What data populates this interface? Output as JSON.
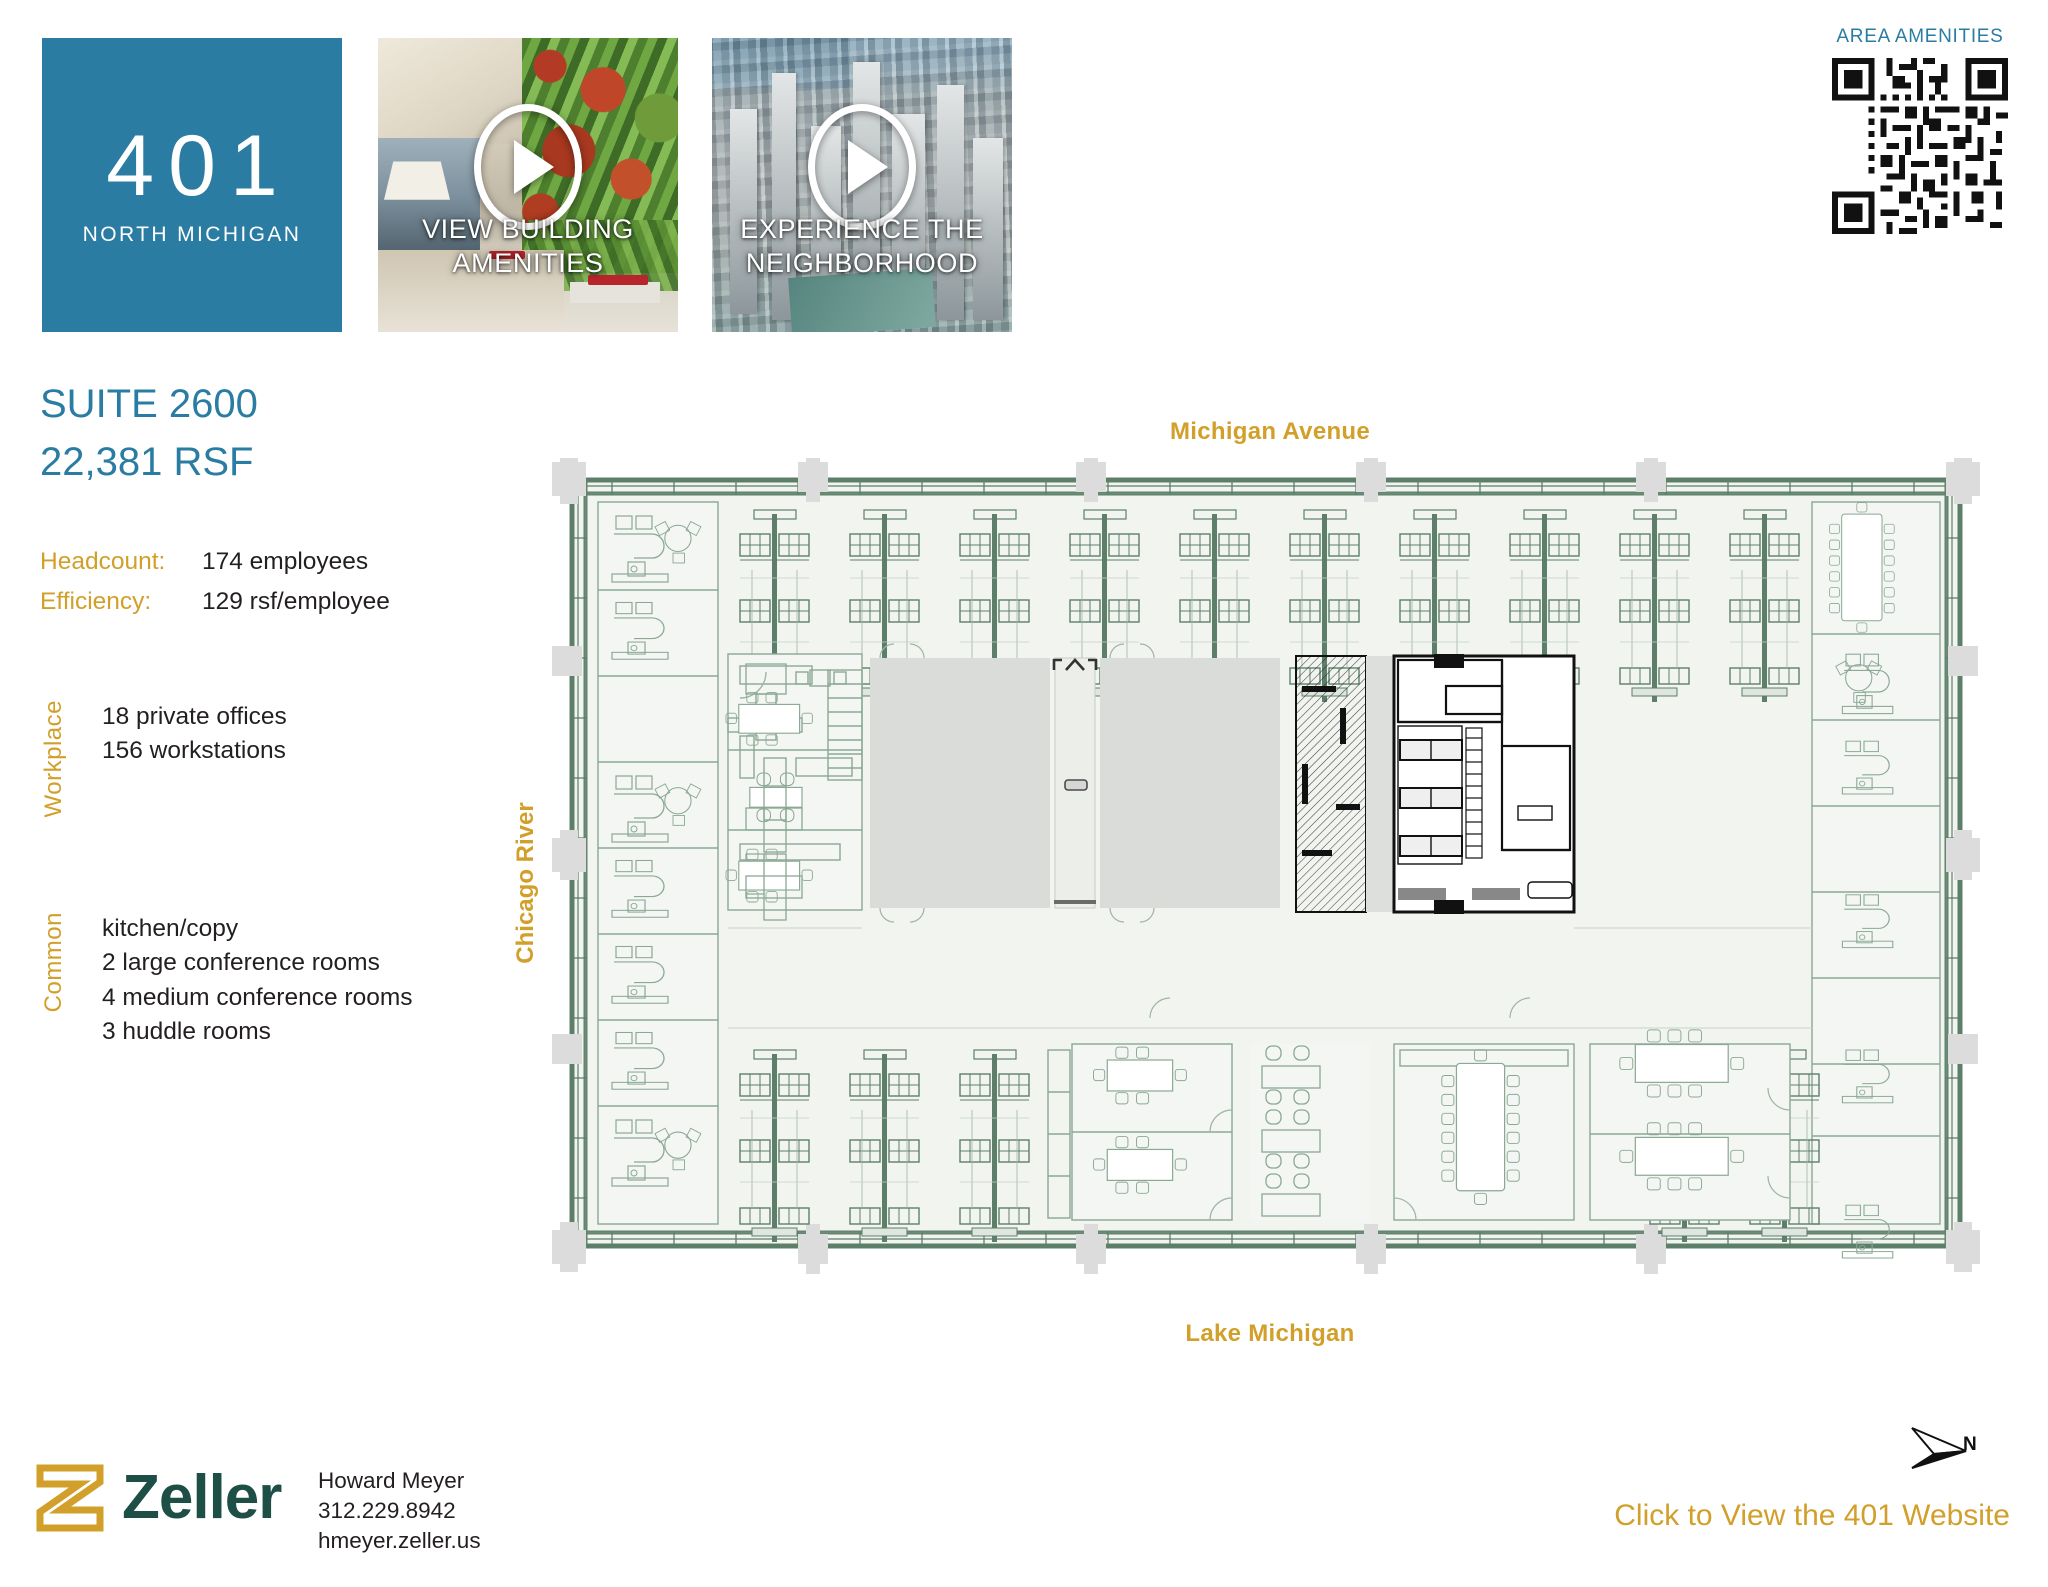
{
  "brand": {
    "number": "401",
    "subtitle": "NORTH MICHIGAN"
  },
  "videos": [
    {
      "name": "view-building-amenities",
      "line1": "VIEW BUILDING",
      "line2": "AMENITIES",
      "icon": "play-icon"
    },
    {
      "name": "experience-the-neighborhood",
      "line1": "EXPERIENCE THE",
      "line2": "NEIGHBORHOOD",
      "icon": "play-icon"
    }
  ],
  "qr": {
    "title": "AREA AMENITIES",
    "icon": "qr-code-icon"
  },
  "suite": {
    "title": "SUITE 2600",
    "rsf": "22,381 RSF"
  },
  "stats": [
    {
      "label": "Headcount:",
      "value": "174 employees"
    },
    {
      "label": "Efficiency:",
      "value": "129 rsf/employee"
    }
  ],
  "groups": [
    {
      "tag": "Workplace",
      "items": [
        "18 private offices",
        "156 workstations"
      ]
    },
    {
      "tag": "Common",
      "items": [
        "kitchen/copy",
        "2 large conference rooms",
        "4 medium conference rooms",
        "3 huddle rooms"
      ]
    }
  ],
  "plan": {
    "label_top": "Michigan Avenue",
    "label_bottom": "Lake Michigan",
    "label_left": "Chicago River",
    "compass": "N"
  },
  "footer": {
    "logo_word": "Zeller",
    "contact_name": "Howard Meyer",
    "contact_phone": "312.229.8942",
    "contact_email": "hmeyer.zeller.us",
    "cta": "Click to View the 401 Website"
  },
  "colors": {
    "brand_blue": "#2a7ca3",
    "gold": "#d2a02a",
    "zeller_green": "#1d4f46",
    "plan_line": "#5d7f6a",
    "plan_fill": "#f2f4f0"
  }
}
